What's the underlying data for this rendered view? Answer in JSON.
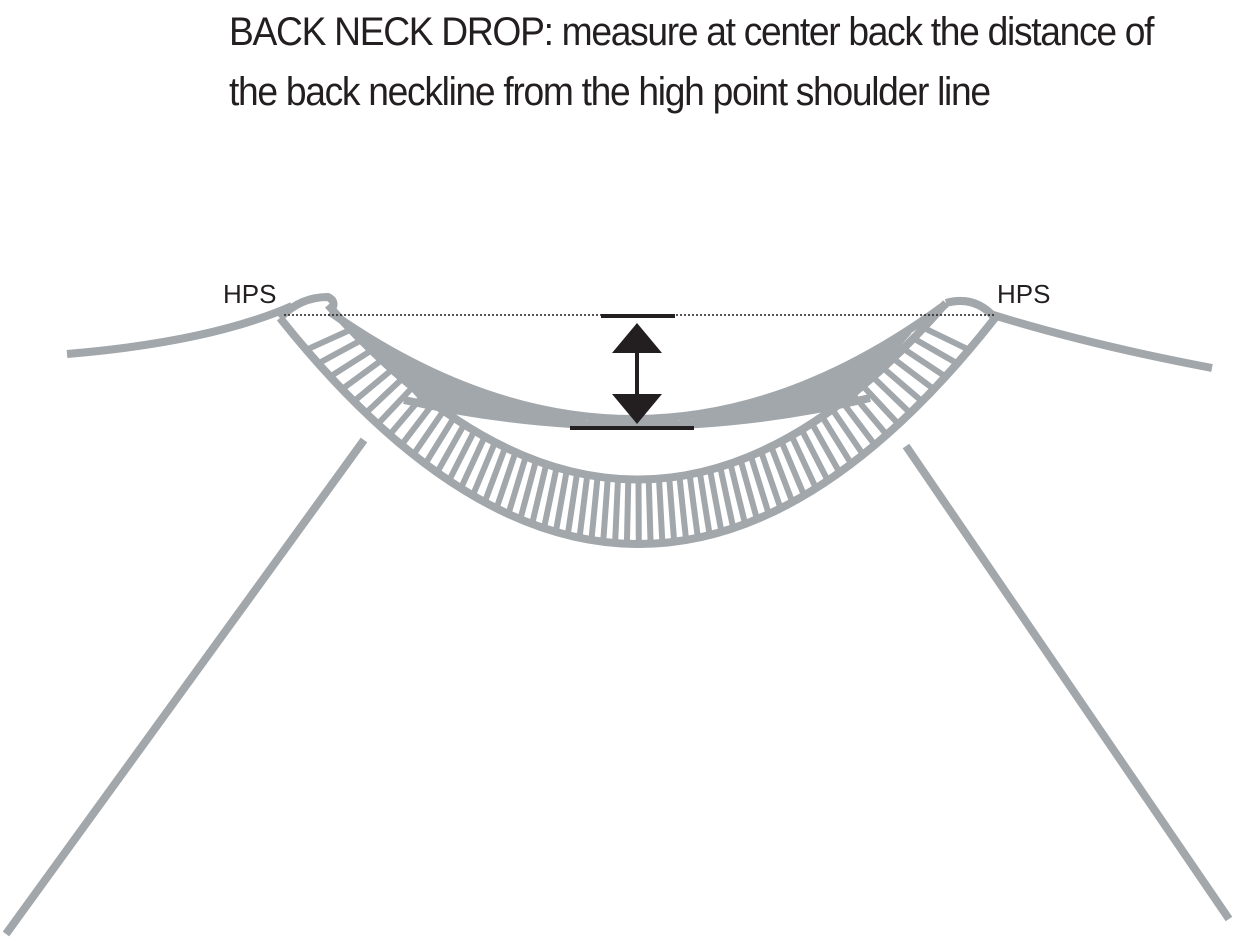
{
  "instruction": {
    "line1": "BACK NECK DROP:  measure at center back the distance of",
    "line2": "the back neckline from the high point shoulder line"
  },
  "labels": {
    "hps_left": "HPS",
    "hps_right": "HPS"
  },
  "colors": {
    "garment_outline": "#a2a7ab",
    "text": "#231f20",
    "measure_marker": "#231f20",
    "shoulder_reference_line": "#231f20"
  },
  "icons": {
    "measure_arrow": "double-headed-vertical-arrow"
  }
}
